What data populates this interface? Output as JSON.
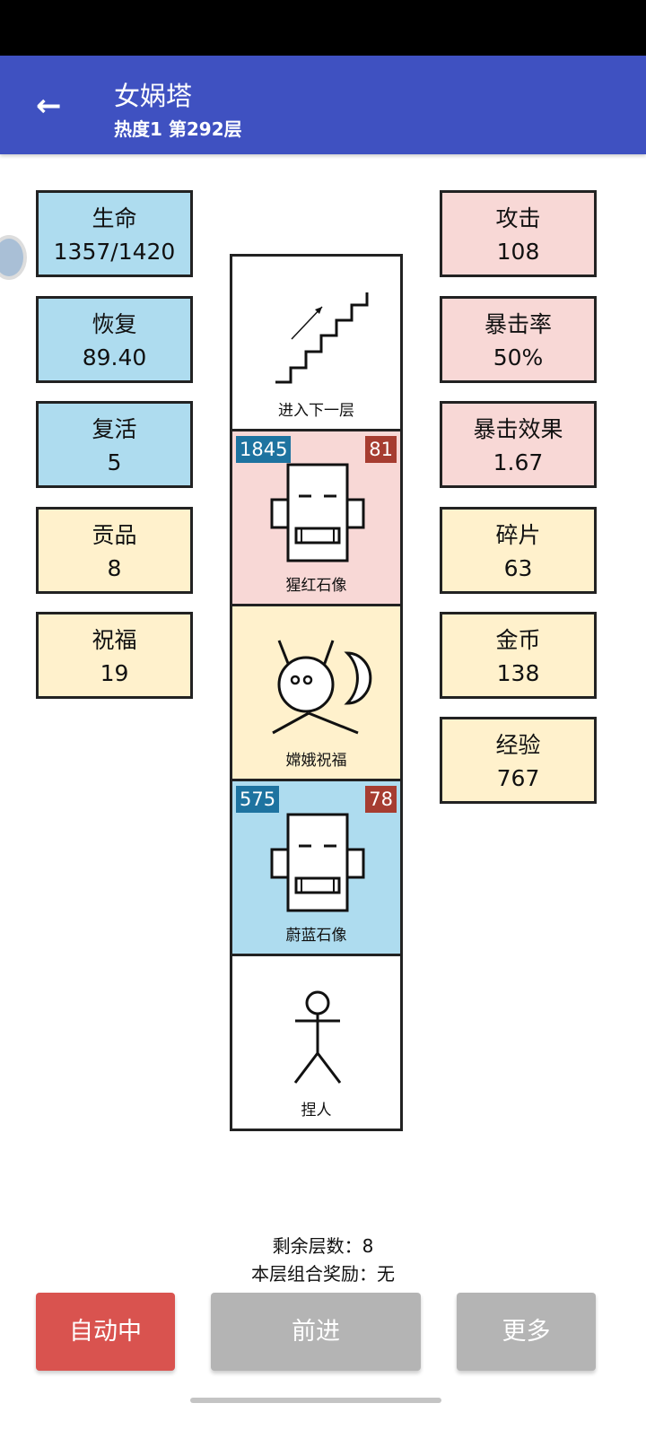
{
  "header": {
    "title": "女娲塔",
    "subtitle": "热度1 第292层"
  },
  "left_stats": [
    {
      "label": "生命",
      "value": "1357/1420",
      "color": "blue"
    },
    {
      "label": "恢复",
      "value": "89.40",
      "color": "blue"
    },
    {
      "label": "复活",
      "value": "5",
      "color": "blue"
    },
    {
      "label": "贡品",
      "value": "8",
      "color": "yellow"
    },
    {
      "label": "祝福",
      "value": "19",
      "color": "yellow"
    }
  ],
  "right_stats": [
    {
      "label": "攻击",
      "value": "108",
      "color": "pink"
    },
    {
      "label": "暴击率",
      "value": "50%",
      "color": "pink"
    },
    {
      "label": "暴击效果",
      "value": "1.67",
      "color": "pink"
    },
    {
      "label": "碎片",
      "value": "63",
      "color": "yellow"
    },
    {
      "label": "金币",
      "value": "138",
      "color": "yellow"
    },
    {
      "label": "经验",
      "value": "767",
      "color": "yellow"
    }
  ],
  "tower": [
    {
      "name": "进入下一层",
      "icon": "stairs-icon"
    },
    {
      "name": "猩红石像",
      "icon": "statue-icon",
      "hp": "1845",
      "atk": "81"
    },
    {
      "name": "嫦娥祝福",
      "icon": "blessing-icon"
    },
    {
      "name": "蔚蓝石像",
      "icon": "statue-icon",
      "hp": "575",
      "atk": "78"
    },
    {
      "name": "捏人",
      "icon": "stick-figure-icon"
    }
  ],
  "info": {
    "remaining": "剩余层数：8",
    "combo": "本层组合奖励：无"
  },
  "buttons": {
    "auto": "自动中",
    "forward": "前进",
    "more": "更多"
  },
  "colors": {
    "header": "#3f51c1",
    "auto": "#d9534f",
    "disabled": "#b4b4b4"
  }
}
